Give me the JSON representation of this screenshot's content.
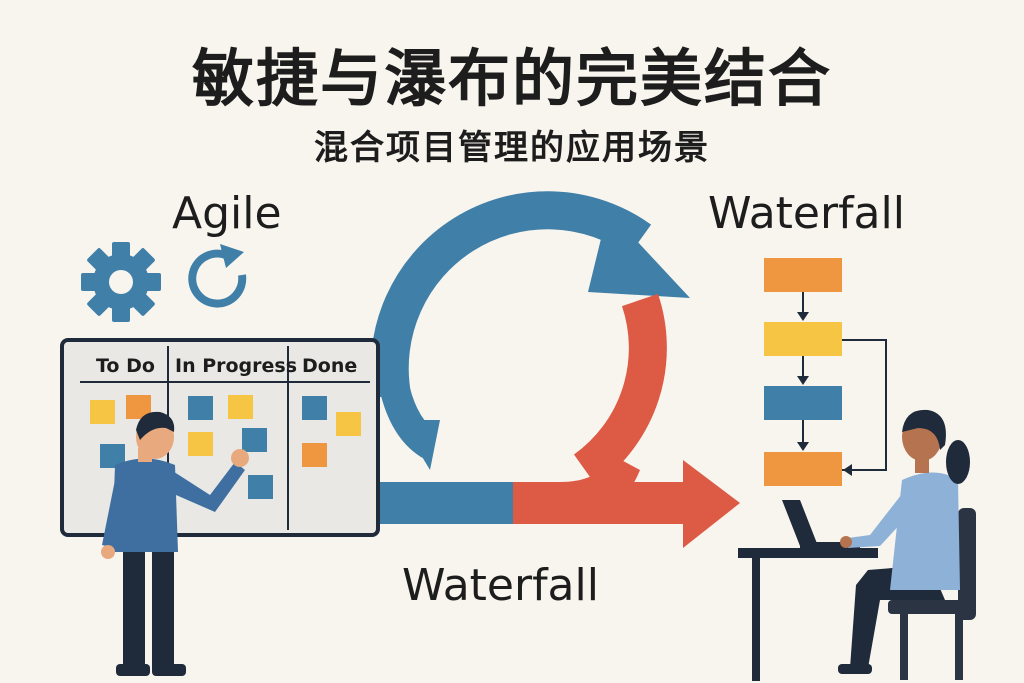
{
  "title": "敏捷与瀑布的完美结合",
  "subtitle": "混合项目管理的应用场景",
  "labels": {
    "agile": "Agile",
    "waterfall_top": "Waterfall",
    "waterfall_bottom": "Waterfall"
  },
  "kanban": {
    "columns": [
      "To Do",
      "In Progress",
      "Done"
    ]
  },
  "colors": {
    "blue": "#3f7fa8",
    "red": "#dd5a45",
    "orange": "#ef9640",
    "yellow": "#f7c544",
    "dark": "#1f2a3a",
    "background": "#f8f5ee"
  },
  "icons": [
    "gear-icon",
    "refresh-icon"
  ]
}
